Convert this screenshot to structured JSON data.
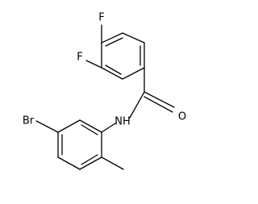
{
  "molecule": {
    "atoms": {
      "fluorine_top": "F",
      "fluorine_left": "F",
      "oxygen": "O",
      "nitrogen": "NH",
      "bromine": "Br"
    },
    "colors": {
      "background": "#ffffff",
      "bond": "#000000",
      "label": "#000000"
    }
  }
}
